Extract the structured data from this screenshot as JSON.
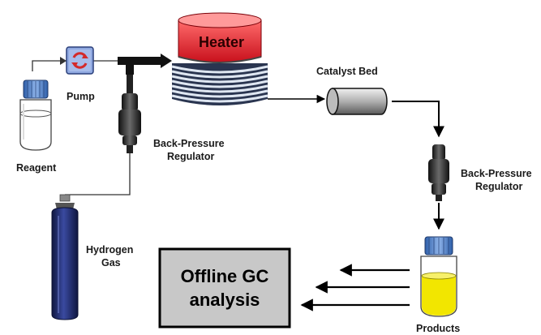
{
  "labels": {
    "reagent": "Reagent",
    "pump": "Pump",
    "heater": "Heater",
    "catalyst_bed": "Catalyst Bed",
    "bpr1_line1": "Back-Pressure",
    "bpr1_line2": "Regulator",
    "bpr2_line1": "Back-Pressure",
    "bpr2_line2": "Regulator",
    "hydrogen_line1": "Hydrogen",
    "hydrogen_line2": "Gas",
    "gc_line1": "Offline GC",
    "gc_line2": "analysis",
    "products": "Products"
  },
  "colors": {
    "heater_top": "#e8323c",
    "heater_coil": "#dfe7f2",
    "cap_blue": "#4a7ec2",
    "product_liquid": "#f2e600",
    "gas_cylinder": "#1f2a66",
    "regulator": "#2b2b2b",
    "gc_box": "#c8c8c8",
    "pump_fill": "#8fa8e0",
    "pump_arrows": "#d42a2a"
  },
  "icons": {
    "pump": "circular-arrows-icon",
    "reagent": "vial-icon",
    "products": "vial-icon",
    "gas": "gas-cylinder-icon"
  }
}
